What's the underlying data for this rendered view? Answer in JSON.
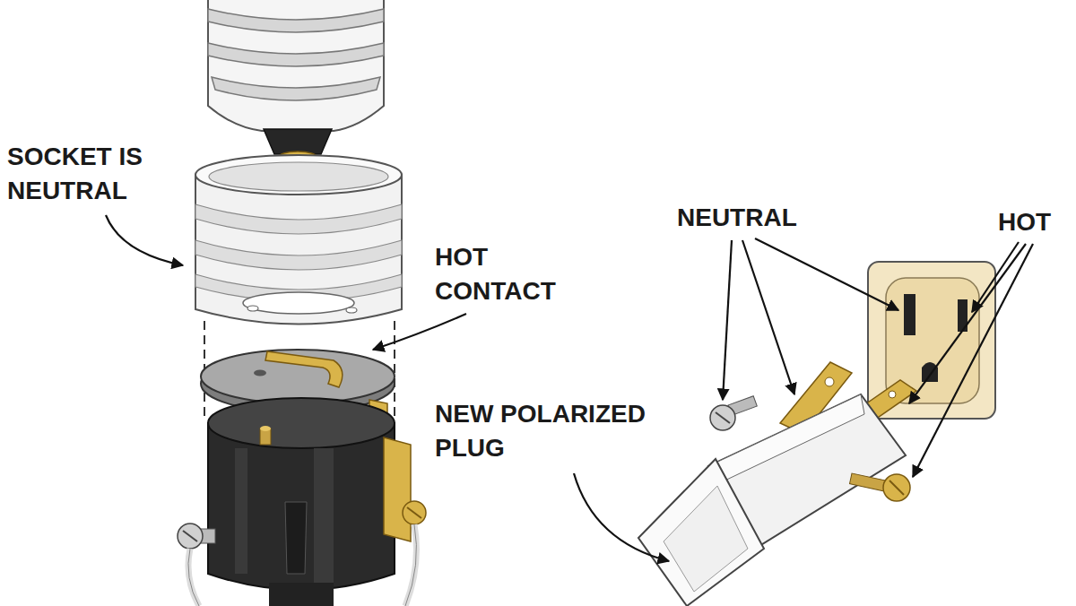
{
  "diagram": {
    "labels": [
      "SOCKET IS NEUTRAL",
      "HOT CONTACT",
      "NEW POLARIZED PLUG",
      "NEUTRAL",
      "HOT"
    ]
  }
}
